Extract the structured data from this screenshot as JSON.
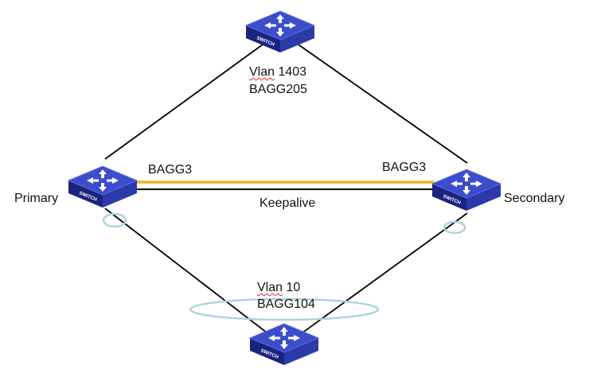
{
  "diagram": {
    "nodes": [
      {
        "id": "top",
        "icon": "switch-icon",
        "label": "SWITCH"
      },
      {
        "id": "primary",
        "icon": "switch-icon",
        "label": "SWITCH",
        "caption": "Primary"
      },
      {
        "id": "secondary",
        "icon": "switch-icon",
        "label": "SWITCH",
        "caption": "Secondary"
      },
      {
        "id": "bottom",
        "icon": "switch-icon",
        "label": "SWITCH"
      }
    ],
    "top_link": {
      "vlan_word": "Vlan",
      "vlan_num": "1403",
      "bagg": "BAGG205"
    },
    "peer_link": {
      "left": "BAGG3",
      "right": "BAGG3",
      "color": "#f2b21a"
    },
    "keepalive": {
      "label": "Keepalive"
    },
    "bottom_link": {
      "vlan_word": "Vlan",
      "vlan_num": "10",
      "bagg": "BAGG104"
    },
    "colors": {
      "switch_face": "#2f3fc0",
      "switch_side": "#1a237e",
      "aggregation_ring": "#a9d4dc",
      "link": "#000000"
    }
  }
}
